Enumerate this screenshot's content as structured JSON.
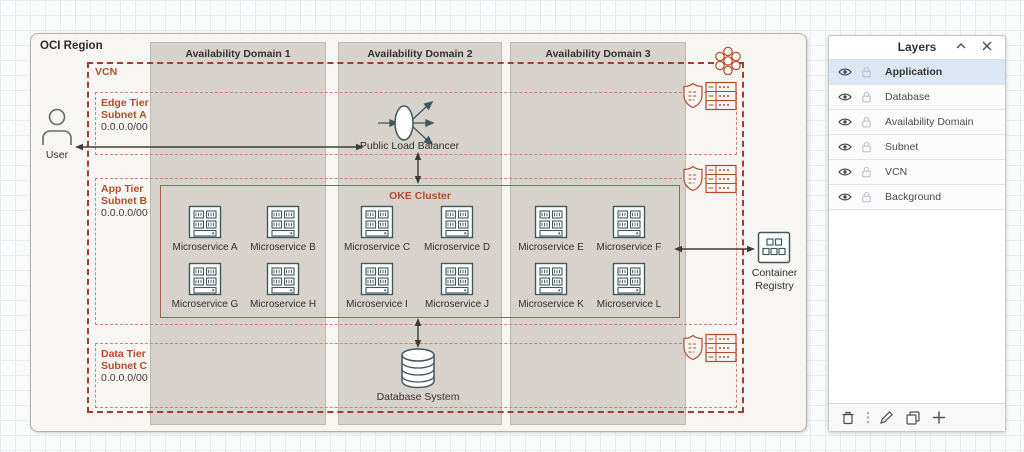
{
  "diagram": {
    "region_label": "OCI Region",
    "vcn_label": "VCN",
    "availability_domains": [
      "Availability Domain 1",
      "Availability Domain 2",
      "Availability Domain 3"
    ],
    "subnets": [
      {
        "tier": "Edge Tier",
        "name": "Subnet A",
        "cidr": "0.0.0.0/00"
      },
      {
        "tier": "App Tier",
        "name": "Subnet B",
        "cidr": "0.0.0.0/00"
      },
      {
        "tier": "Data Tier",
        "name": "Subnet C",
        "cidr": "0.0.0.0/00"
      }
    ],
    "oke_label": "OKE Cluster",
    "microservices": [
      "Microservice A",
      "Microservice B",
      "Microservice C",
      "Microservice D",
      "Microservice E",
      "Microservice F",
      "Microservice G",
      "Microservice H",
      "Microservice I",
      "Microservice J",
      "Microservice K",
      "Microservice L"
    ],
    "user_label": "User",
    "load_balancer_label": "Public Load Balancer",
    "database_label": "Database System",
    "registry_label_line1": "Container",
    "registry_label_line2": "Registry",
    "icons": [
      "user-icon",
      "load-balancer-icon",
      "microservice-server-icon",
      "database-cylinder-icon",
      "container-registry-icon",
      "vcn-honeycomb-icon",
      "security-list-shield-icon",
      "route-table-icon"
    ]
  },
  "layers_panel": {
    "title": "Layers",
    "items": [
      {
        "label": "Application",
        "selected": true
      },
      {
        "label": "Database",
        "selected": false
      },
      {
        "label": "Availability Domain",
        "selected": false
      },
      {
        "label": "Subnet",
        "selected": false
      },
      {
        "label": "VCN",
        "selected": false
      },
      {
        "label": "Background",
        "selected": false
      }
    ],
    "toolbar_icons": [
      "delete-layer",
      "more-options",
      "edit-layer",
      "duplicate-layer",
      "add-layer"
    ]
  },
  "colors": {
    "vcn_border": "#a23d26",
    "subnet_border": "#c28870",
    "accent_orange": "#b34a2b",
    "icon_teal": "#41585d",
    "ad_fill": "#d7d3cc",
    "region_fill": "#f8f6f3",
    "selected_layer_bg": "#dbe7f3",
    "arrow": "#3f3b37"
  }
}
